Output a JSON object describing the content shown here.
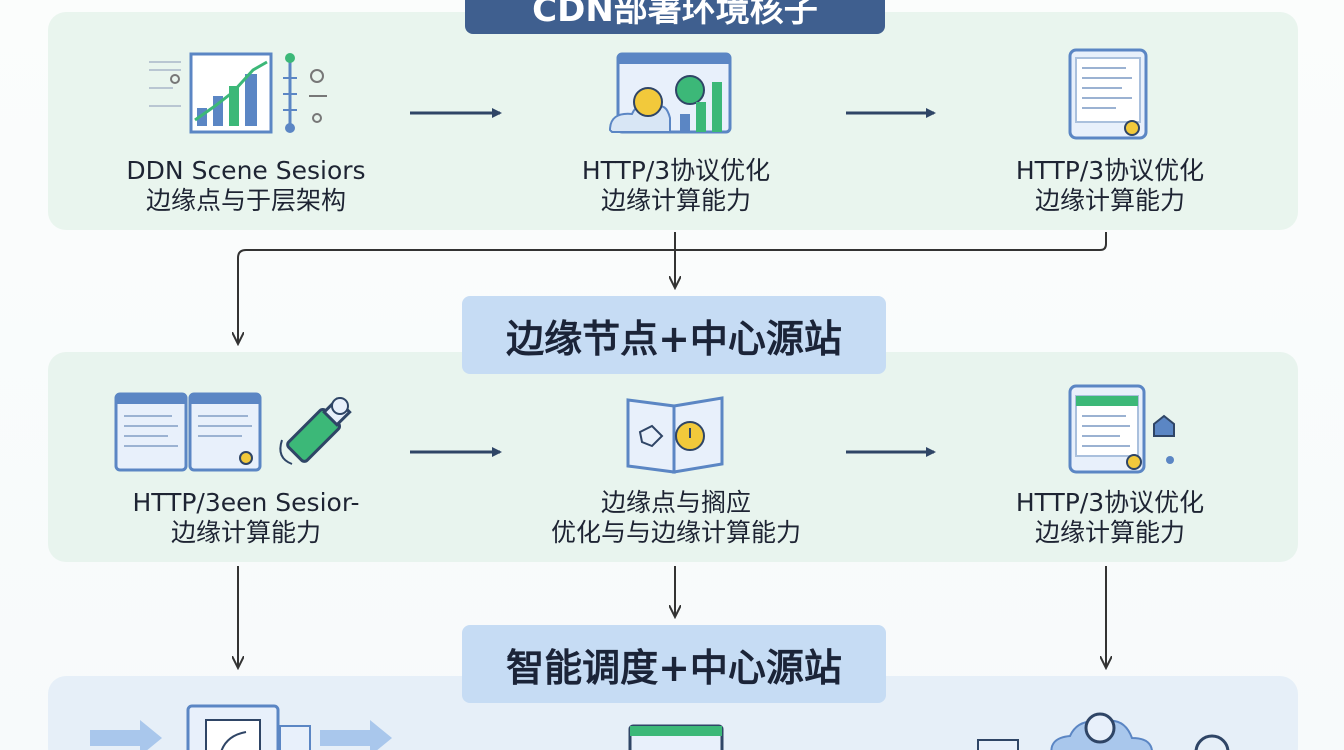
{
  "banners": {
    "top": "CDN部署环境核子",
    "middle": "边缘节点+中心源站",
    "bottom": "智能调度+中心源站"
  },
  "row1": [
    {
      "line1": "DDN Scene Sesiors",
      "line2": "边缘点与于层架构"
    },
    {
      "line1": "HTTP/3协议优化",
      "line2": "边缘计算能力"
    },
    {
      "line1": "HTTP/3协议优化",
      "line2": "边缘计算能力"
    }
  ],
  "row2": [
    {
      "line1": "HTTP/3een Sesior-",
      "line2": "边缘计算能力"
    },
    {
      "line1": "边缘点与搁应",
      "line2": "优化与与边缘计算能力"
    },
    {
      "line1": "HTTP/3协议优化",
      "line2": "边缘计算能力"
    }
  ],
  "colors": {
    "panel_green": "#e9f5ee",
    "panel_blue": "#e6eff8",
    "banner_dark": "#3f5f8f",
    "banner_light": "#c6dcf4",
    "arrow": "#2f4566",
    "connector": "#333333",
    "icon_blue": "#5b86c4",
    "icon_green": "#3cb878",
    "icon_yellow": "#f2c93b"
  },
  "icons": [
    "chart-icon",
    "dashboard-icon",
    "tablet-icon",
    "dual-screen-icon",
    "usb-connector-icon",
    "book-icon",
    "tablet-home-icon",
    "document-icon",
    "monitor-icon",
    "cloud-user-icon"
  ]
}
